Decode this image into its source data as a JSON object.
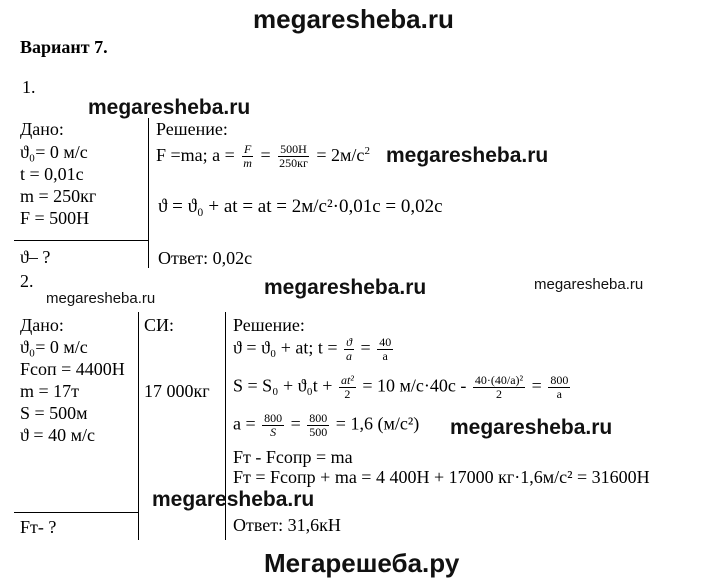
{
  "watermarks": {
    "top": "megaresheba.ru",
    "p1_left": "megaresheba.ru",
    "p1_right": "megaresheba.ru",
    "p2_small_left": "megaresheba.ru",
    "p2_center": "megaresheba.ru",
    "p2_small_right": "megaresheba.ru",
    "p2_mid_right": "megaresheba.ru",
    "p2_bottom": "megaresheba.ru",
    "footer": "Мегарешеба.ру"
  },
  "variant_title": "Вариант 7.",
  "problem1": {
    "number": "1.",
    "given_label": "Дано:",
    "given": [
      "ϑ₀= 0 м/с",
      "t = 0,01с",
      "m = 250кг",
      "F = 500Н"
    ],
    "find": "ϑ– ?",
    "solution_label": "Решение:",
    "line1_a": "F =ma;  a =",
    "frac1_num": "F",
    "frac1_den": "m",
    "line1_b": "=",
    "frac2_num": "500Н",
    "frac2_den": "250кг",
    "line1_c": "= 2м/с",
    "line1_sup": "2",
    "line2": "ϑ = ϑ₀ + at = at = 2м/с²·0,01с = 0,02с",
    "answer": "Ответ: 0,02с"
  },
  "problem2": {
    "number": "2.",
    "given_label": "Дано:",
    "given": [
      "ϑ₀= 0 м/с",
      "Fсоп = 4400Н",
      "m = 17т",
      "S = 500м",
      "ϑ = 40 м/с"
    ],
    "find": "Fт- ?",
    "si_label": "СИ:",
    "si_value": "17 000кг",
    "solution_label": "Решение:",
    "eq1_a": "ϑ = ϑ₀ + at;    t =",
    "eq1_f1n": "ϑ",
    "eq1_f1d": "a",
    "eq1_b": "=",
    "eq1_f2n": "40",
    "eq1_f2d": "a",
    "eq2_a": "S = S₀ + ϑ₀t +",
    "eq2_f1n": "at²",
    "eq2_f1d": "2",
    "eq2_b": "=  10 м/с·40с -",
    "eq2_f2n": "40·(40/a)²",
    "eq2_f2d": "2",
    "eq2_c": "=",
    "eq2_f3n": "800",
    "eq2_f3d": "a",
    "eq3_a": "a =",
    "eq3_f1n": "800",
    "eq3_f1d": "S",
    "eq3_b": "=",
    "eq3_f2n": "800",
    "eq3_f2d": "500",
    "eq3_c": "= 1,6 (м/с²)",
    "eq4": "Fт - Fсопр = ma",
    "eq5": "Fт = Fсопр + ma = 4 400Н + 17000 кг·1,6м/с² = 31600Н",
    "answer": "Ответ:  31,6кН"
  }
}
